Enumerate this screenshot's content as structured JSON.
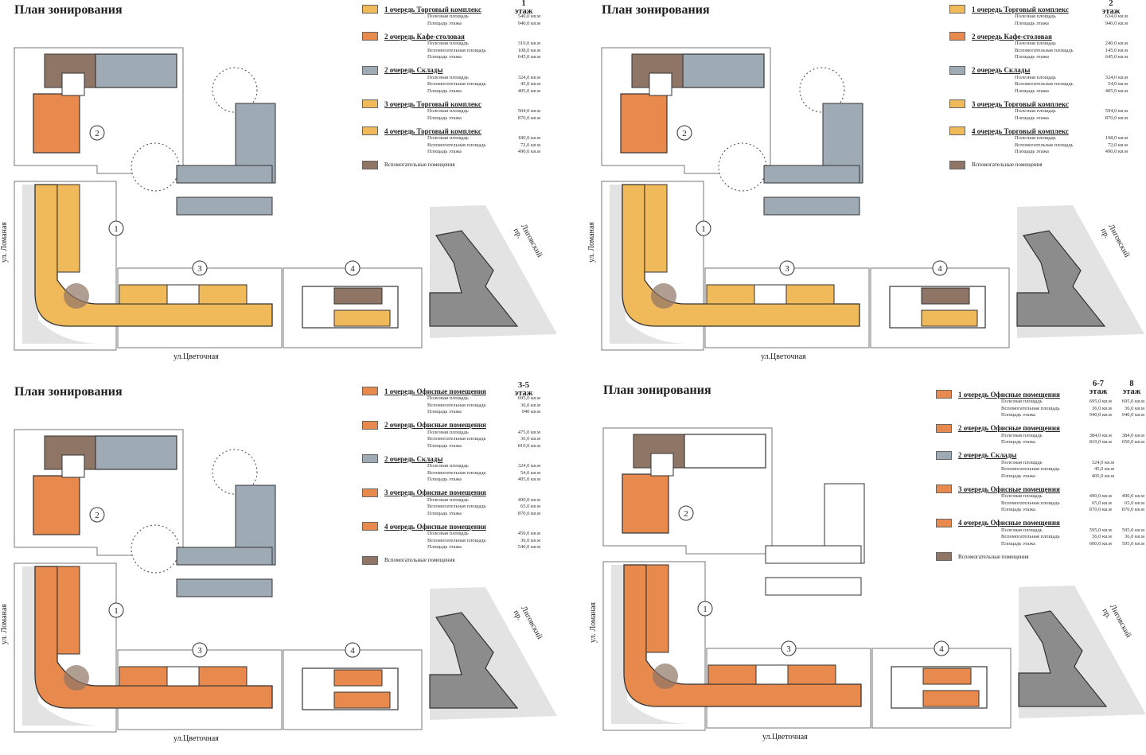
{
  "title": "План зонирования",
  "colors": {
    "torgovyi": "#f0b95a",
    "kafe": "#e8894e",
    "sklady": "#9eaab4",
    "ofis": "#e8894e",
    "vspom": "#8e7565",
    "existing": "#8c8c8c",
    "site": "#e3e3e3"
  },
  "units": "кв.м",
  "streets": {
    "left": "ул. Ломаная",
    "bottom": "ул.Цветочная",
    "right": "Лиговский пр."
  },
  "zones": [
    "1",
    "2",
    "3",
    "4"
  ],
  "aux_legend": "Вспомогательные помещения",
  "panels": [
    {
      "floors": [
        "1\nэтаж"
      ],
      "legend": [
        {
          "title": "1 очередь Торговый комплекс",
          "color": "torgovyi",
          "rows": [
            [
              "Полезная площадь",
              "540,0 кв.м"
            ],
            [
              "Площадь этажа",
              "940,0 кв.м"
            ]
          ]
        },
        {
          "title": "2 очередь Кафе-столовая",
          "color": "kafe",
          "rows": [
            [
              "Полезная площадь",
              "310,0 кв.м"
            ],
            [
              "Вспомогательная площадь",
              "108,0 кв.м"
            ],
            [
              "Площадь этажа",
              "645,0 кв.м"
            ]
          ]
        },
        {
          "title": "2 очередь Склады",
          "color": "sklady",
          "rows": [
            [
              "Полезная площадь",
              "324,0 кв.м"
            ],
            [
              "Вспомогательная площадь",
              "45,0 кв.м"
            ],
            [
              "Площадь этажа",
              "405,0 кв.м"
            ]
          ]
        },
        {
          "title": "3 очередь Торговый комплекс",
          "color": "torgovyi",
          "rows": [
            [
              "Полезная площадь",
              "504,0 кв.м"
            ],
            [
              "Площадь этажа",
              "870,0 кв.м"
            ]
          ]
        },
        {
          "title": "4 очередь Торговый комплекс",
          "color": "torgovyi",
          "rows": [
            [
              "Полезная площадь",
              "180,0 кв.м"
            ],
            [
              "Вспомогательная площадь",
              "72,0 кв.м"
            ],
            [
              "Площадь этажа",
              "490,0 кв.м"
            ]
          ]
        }
      ]
    },
    {
      "floors": [
        "2\nэтаж"
      ],
      "legend": [
        {
          "title": "1 очередь Торговый комплекс",
          "color": "torgovyi",
          "rows": [
            [
              "Полезная площадь",
              "634,0 кв.м"
            ],
            [
              "Площадь этажа",
              "940,0 кв.м"
            ]
          ]
        },
        {
          "title": "2 очередь Кафе-столовая",
          "color": "kafe",
          "rows": [
            [
              "Полезная площадь",
              "240,0 кв.м"
            ],
            [
              "Вспомогательная площадь",
              "145,0 кв.м"
            ],
            [
              "Площадь этажа",
              "645,0 кв.м"
            ]
          ]
        },
        {
          "title": "2 очередь Склады",
          "color": "sklady",
          "rows": [
            [
              "Полезная площадь",
              "324,0 кв.м"
            ],
            [
              "Вспомогательная площадь",
              "54,0 кв.м"
            ],
            [
              "Площадь этажа",
              "405,0 кв.м"
            ]
          ]
        },
        {
          "title": "3 очередь Торговый комплекс",
          "color": "torgovyi",
          "rows": [
            [
              "Полезная площадь",
              "594,0 кв.м"
            ],
            [
              "Площадь этажа",
              "870,0 кв.м"
            ]
          ]
        },
        {
          "title": "4 очередь Торговый комплекс",
          "color": "torgovyi",
          "rows": [
            [
              "Полезная площадь",
              "198,0 кв.м"
            ],
            [
              "Вспомогательная площадь",
              "72,0 кв.м"
            ],
            [
              "Площадь этажа",
              "490,0 кв.м"
            ]
          ]
        }
      ]
    },
    {
      "floors": [
        "3-5\nэтаж"
      ],
      "legend": [
        {
          "title": "1 очередь Офисные помещения",
          "color": "ofis",
          "rows": [
            [
              "Полезная площадь",
              "695,0 кв.м"
            ],
            [
              "Вспомогательная площадь",
              "36,0 кв.м"
            ],
            [
              "Площадь этажа",
              "940 кв.м"
            ]
          ]
        },
        {
          "title": "2 очередь Офисные помещения",
          "color": "ofis",
          "rows": [
            [
              "Полезная площадь",
              "475,0 кв.м"
            ],
            [
              "Вспомогательная площадь",
              "36,0 кв.м"
            ],
            [
              "Площадь этажа",
              "810,0 кв.м"
            ]
          ]
        },
        {
          "title": "2 очередь Склады",
          "color": "sklady",
          "rows": [
            [
              "Полезная площадь",
              "324,0 кв.м"
            ],
            [
              "Вспомогательная площадь",
              "54,0 кв.м"
            ],
            [
              "Площадь этажа",
              "405,0 кв.м"
            ]
          ]
        },
        {
          "title": "3 очередь Офисные помещения",
          "color": "ofis",
          "rows": [
            [
              "Полезная площадь",
              "490,0 кв.м"
            ],
            [
              "Вспомогательная площадь",
              "65,0 кв.м"
            ],
            [
              "Площадь этажа",
              "870,0 кв.м"
            ]
          ]
        },
        {
          "title": "4 очередь Офисные помещения",
          "color": "ofis",
          "rows": [
            [
              "Полезная площадь",
              "450,0 кв.м"
            ],
            [
              "Вспомогательная площадь",
              "36,0 кв.м"
            ],
            [
              "Площадь этажа",
              "540,0 кв.м"
            ]
          ]
        }
      ]
    },
    {
      "floors": [
        "6-7\nэтаж",
        "8\nэтаж"
      ],
      "legend": [
        {
          "title": "1 очередь Офисные помещения",
          "color": "ofis",
          "rows": [
            [
              "Полезная площадь",
              "695,0 кв.м",
              "695,0 кв.м"
            ],
            [
              "Вспомогательная площадь",
              "36,0 кв.м",
              "36,0 кв.м"
            ],
            [
              "Площадь этажа",
              "940,0 кв.м",
              "940,0 кв.м"
            ]
          ]
        },
        {
          "title": "2 очередь Офисные помещения",
          "color": "ofis",
          "rows": [
            [
              "Полезная площадь",
              "384,0 кв.м",
              "384,0 кв.м"
            ],
            [
              "Площадь этажа",
              "810,0 кв.м",
              "650,0 кв.м"
            ]
          ]
        },
        {
          "title": "2 очередь Склады",
          "color": "sklady",
          "rows": [
            [
              "Полезная площадь",
              "324,0 кв.м"
            ],
            [
              "Вспомогательная площадь",
              "45,0 кв.м"
            ],
            [
              "Площадь этажа",
              "405,0 кв.м"
            ]
          ]
        },
        {
          "title": "3 очередь Офисные помещения",
          "color": "ofis",
          "rows": [
            [
              "Полезная площадь",
              "490,0 кв.м",
              "490,0 кв.м"
            ],
            [
              "Вспомогательная площадь",
              "65,0 кв.м",
              "65,0 кв.м"
            ],
            [
              "Площадь этажа",
              "870,0 кв.м",
              "870,0 кв.м"
            ]
          ]
        },
        {
          "title": "4 очередь Офисные помещения",
          "color": "ofis",
          "rows": [
            [
              "Полезная площадь",
              "595,0 кв.м",
              "595,0 кв.м"
            ],
            [
              "Вспомогательная площадь",
              "36,0 кв.м",
              "36,0 кв.м"
            ],
            [
              "Площадь этажа",
              "600,0 кв.м",
              "595,0 кв.м"
            ]
          ]
        }
      ]
    }
  ]
}
